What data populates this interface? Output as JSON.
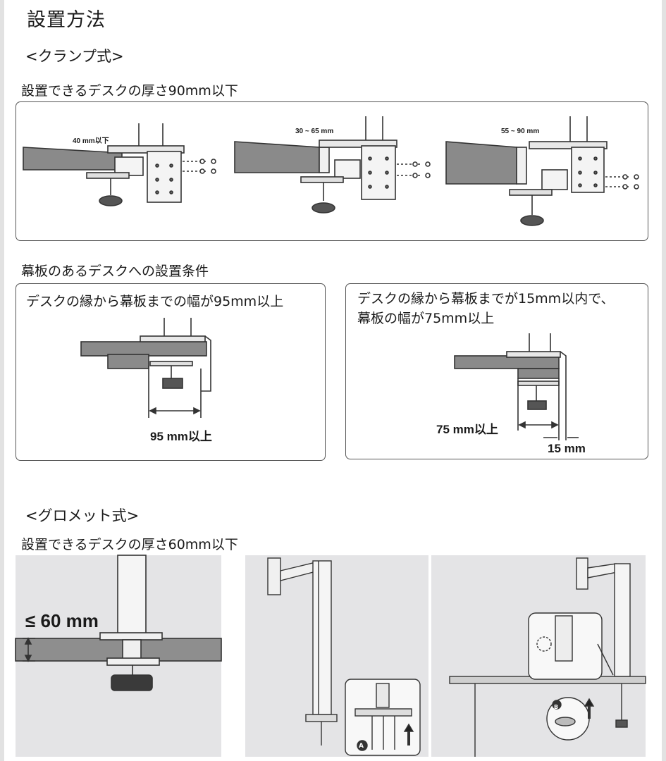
{
  "page": {
    "title": "設置方法"
  },
  "clamp": {
    "heading": "<クランプ式>",
    "thickness_label": "設置できるデスクの厚さ90mm以下",
    "sizes": [
      "40 mm以下",
      "30 ~ 65 mm",
      "55 ~ 90 mm"
    ]
  },
  "apron": {
    "heading": "幕板のあるデスクへの設置条件",
    "left": {
      "caption": "デスクの縁から幕板までの幅が95mm以上",
      "dimension": "95 mm以上"
    },
    "right": {
      "caption_line1": "デスクの縁から幕板までが15mm以内で、",
      "caption_line2": "幕板の幅が75mm以上",
      "dimension_width": "75 mm以上",
      "dimension_gap": "15 mm"
    }
  },
  "grommet": {
    "heading": "<グロメット式>",
    "thickness_label": "設置できるデスクの厚さ60mm以下",
    "limit": "≤ 60 mm",
    "step_a": "A",
    "step_b": "B"
  }
}
